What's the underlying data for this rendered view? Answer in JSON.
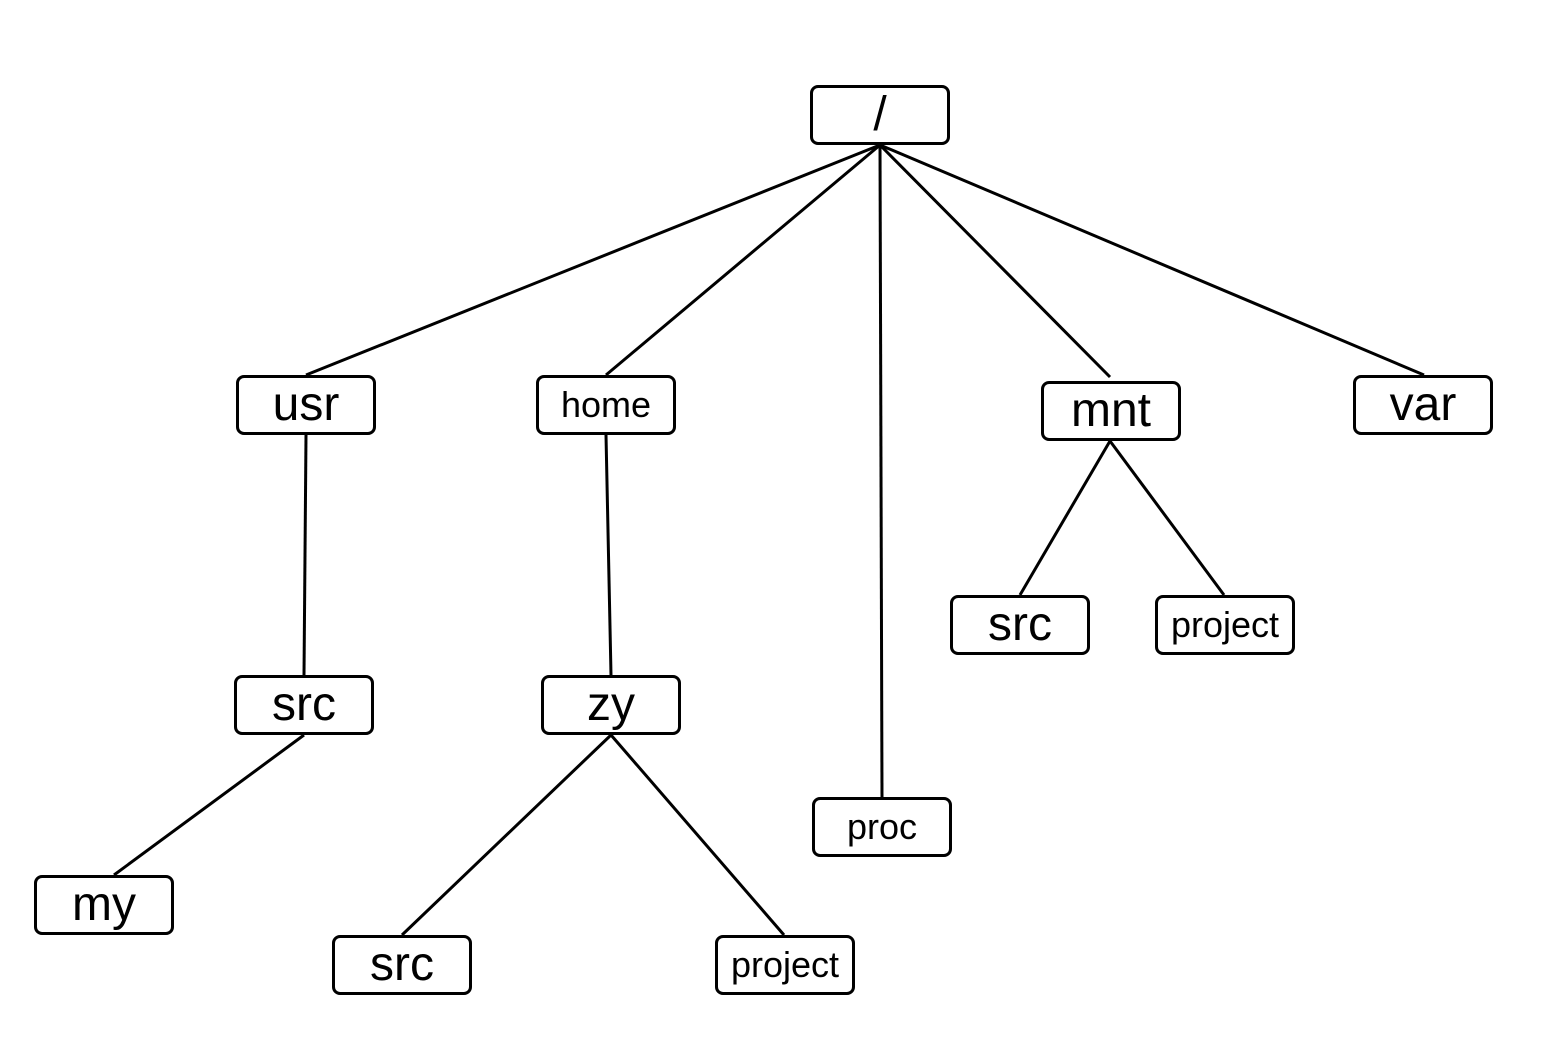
{
  "nodes": {
    "root": "/",
    "usr": "usr",
    "home": "home",
    "proc": "proc",
    "mnt": "mnt",
    "var": "var",
    "usr_src": "src",
    "usr_src_my": "my",
    "home_zy": "zy",
    "zy_src": "src",
    "zy_project": "project",
    "mnt_src": "src",
    "mnt_project": "project"
  }
}
